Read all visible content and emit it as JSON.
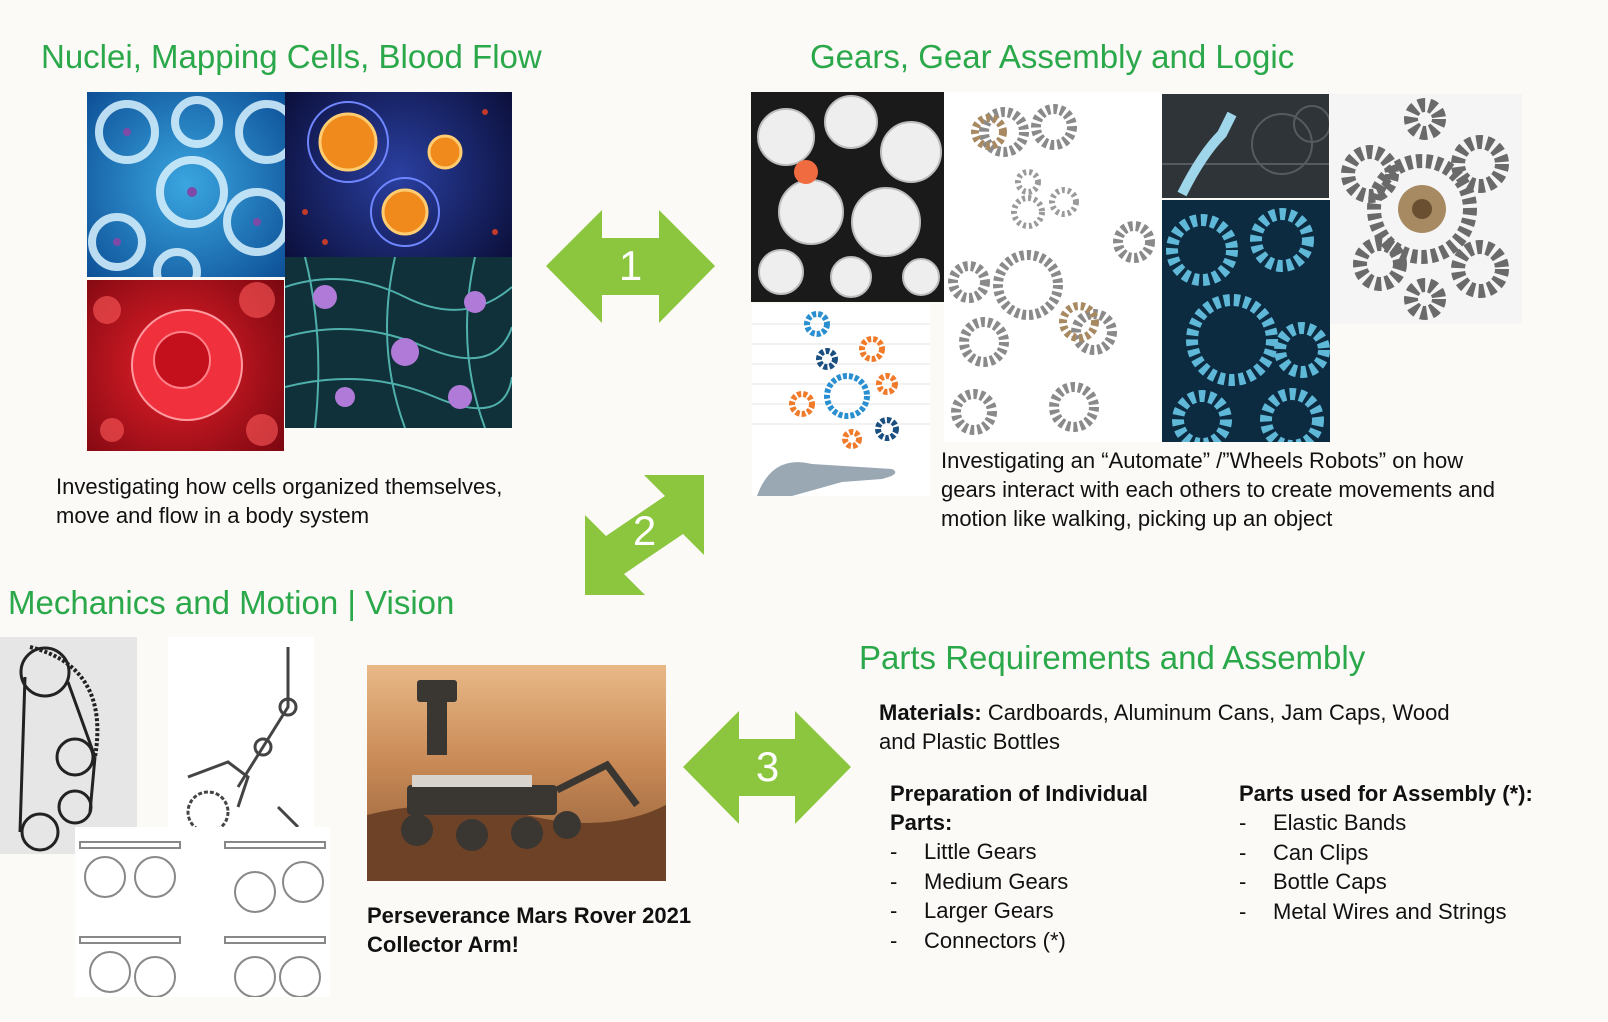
{
  "sections": {
    "nuclei": {
      "title": "Nuclei, Mapping Cells, Blood Flow",
      "description_line1": "Investigating how cells organized themselves,",
      "description_line2": "move and flow in a body system"
    },
    "gears": {
      "title": "Gears, Gear Assembly and Logic",
      "description_line1": "Investigating an “Automate” /”Wheels Robots” on how",
      "description_line2": "gears interact with each others to create movements and",
      "description_line3": "motion like walking, picking up an object"
    },
    "mechanics": {
      "title": "Mechanics and Motion | Vision",
      "caption_line1": "Perseverance Mars Rover 2021",
      "caption_line2": "Collector Arm!"
    },
    "parts": {
      "title": "Parts Requirements and Assembly",
      "materials_label": "Materials:",
      "materials_text": " Cardboards, Aluminum Cans, Jam Caps, Wood",
      "materials_text2": "and Plastic Bottles",
      "preparation_heading_line1": "Preparation of Individual",
      "preparation_heading_line2": "Parts:",
      "preparation_items": [
        "Little Gears",
        "Medium Gears",
        "Larger Gears",
        "Connectors (*)"
      ],
      "assembly_heading": "Parts used for Assembly (*):",
      "assembly_items": [
        "Elastic Bands",
        "Can Clips",
        "Bottle Caps",
        "Metal Wires and Strings"
      ]
    }
  },
  "arrows": [
    "1",
    "2",
    "3"
  ],
  "colors": {
    "title_green": "#2aa84a",
    "arrow_green": "#8cc63f"
  }
}
